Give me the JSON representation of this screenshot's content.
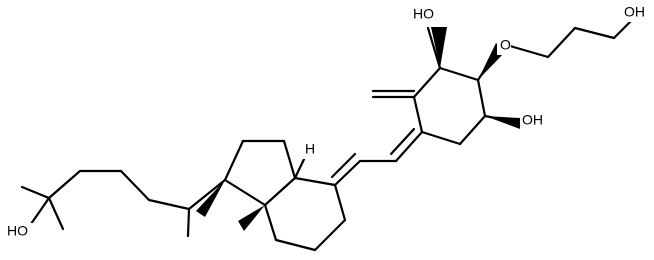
{
  "labels": {
    "ho_top": "HO",
    "ether_o": "O",
    "oh_chain": "OH",
    "oh_right": "OH",
    "h_ring": "H",
    "ho_left": "HO"
  },
  "colors": {
    "bond": "#000000",
    "background": "#ffffff"
  }
}
